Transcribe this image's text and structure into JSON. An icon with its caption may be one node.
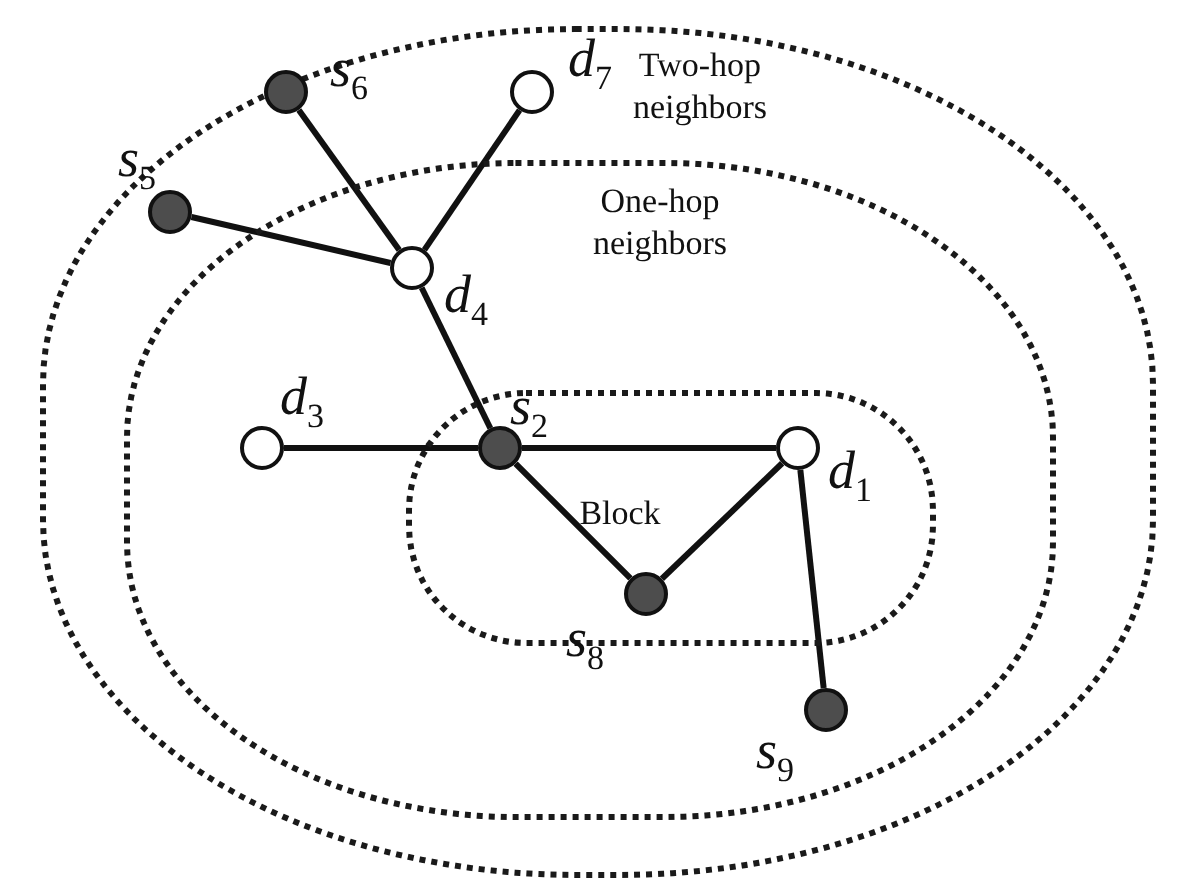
{
  "diagram": {
    "nodes": [
      {
        "text": [
          "Two-hop neighbors"
        ]
      },
      {
        "text": [
          "One-hop neighbors"
        ],
        "in": 0
      },
      {
        "text": [
          "Block"
        ],
        "in": 1
      },
      {
        "text": [],
        "shape": "circle",
        "beside": [
          "*s*$_{6}$"
        ],
        "in": 0
      },
      {
        "text": [],
        "shape": "circle",
        "beside": [
          "*d*$_{7}$"
        ],
        "in": 0
      },
      {
        "text": [],
        "shape": "circle",
        "beside": [
          "*s*$_{5}$"
        ],
        "in": 1
      },
      {
        "text": [],
        "shape": "circle",
        "beside": [
          "*d*$_{4}$"
        ],
        "in": 1
      },
      {
        "text": [],
        "shape": "circle",
        "beside": [
          "*d*$_{3}$"
        ],
        "in": 1
      },
      {
        "text": [],
        "shape": "circle",
        "beside": [
          "*s*$_{2}$"
        ],
        "in": 2
      },
      {
        "text": [],
        "shape": "circle",
        "beside": [
          "*d*$_{1}$"
        ],
        "in": 2
      },
      {
        "text": [],
        "shape": "circle",
        "beside": [
          "*s*$_{8}$"
        ],
        "in": 2
      },
      {
        "text": [],
        "shape": "circle",
        "beside": [
          "*s*$_{9}$"
        ],
        "in": 1
      }
    ],
    "edges": [
      {
        "from": 3,
        "to": 6,
        "arrow": "none"
      },
      {
        "from": 4,
        "to": 6,
        "arrow": "none"
      },
      {
        "from": 5,
        "to": 6,
        "arrow": "none"
      },
      {
        "from": 6,
        "to": 8,
        "arrow": "none"
      },
      {
        "from": 7,
        "to": 8,
        "arrow": "none"
      },
      {
        "from": 8,
        "to": 9,
        "arrow": "none"
      },
      {
        "from": 8,
        "to": 10,
        "arrow": "none"
      },
      {
        "from": 10,
        "to": 9,
        "arrow": "none"
      },
      {
        "from": 9,
        "to": 11,
        "arrow": "none"
      }
    ]
  }
}
